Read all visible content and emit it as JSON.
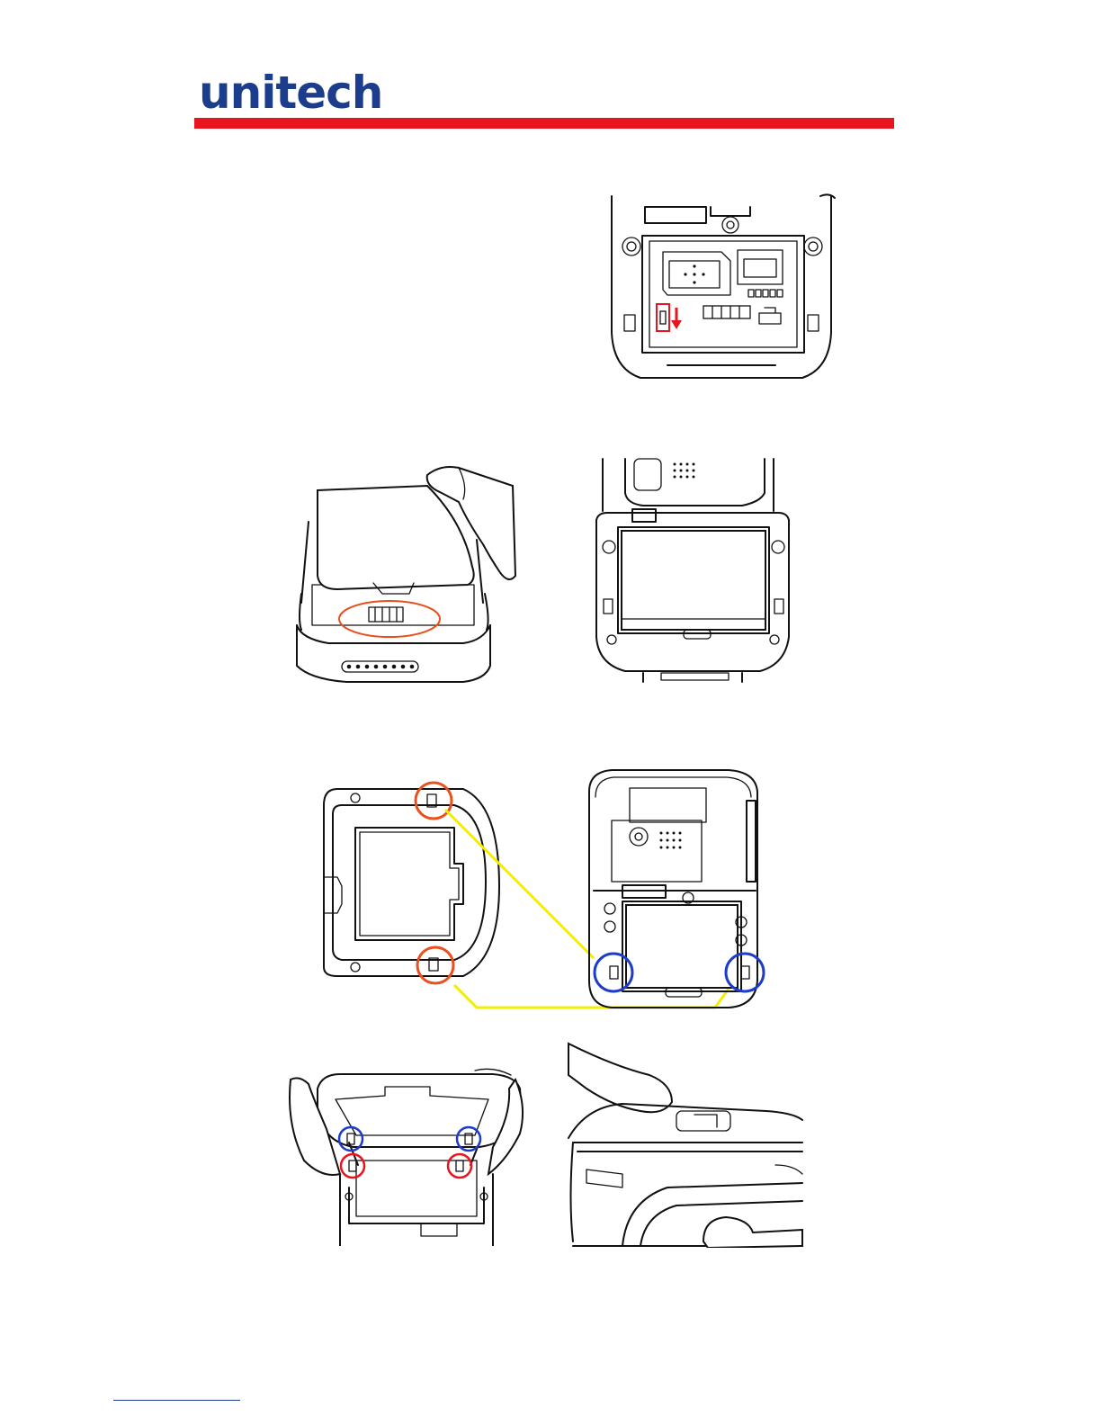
{
  "header": {
    "brand": "unitech",
    "brand_color": "#1c3d8c",
    "rule_color": "#e8141e"
  },
  "figures": [
    {
      "name": "battery-bay-switch-figure",
      "icon": "down-arrow-icon"
    },
    {
      "name": "battery-insert-figure"
    },
    {
      "name": "battery-installed-figure"
    },
    {
      "name": "cover-tabs-figure"
    },
    {
      "name": "device-back-slots-figure"
    },
    {
      "name": "cover-hinge-figure"
    },
    {
      "name": "cover-press-figure"
    }
  ],
  "highlight_colors": {
    "switch": "#e8141e",
    "contacts": "#e8501e",
    "tabs": "#e8501e",
    "slots": "#1e3cc8",
    "guide": "#f2ee00"
  }
}
